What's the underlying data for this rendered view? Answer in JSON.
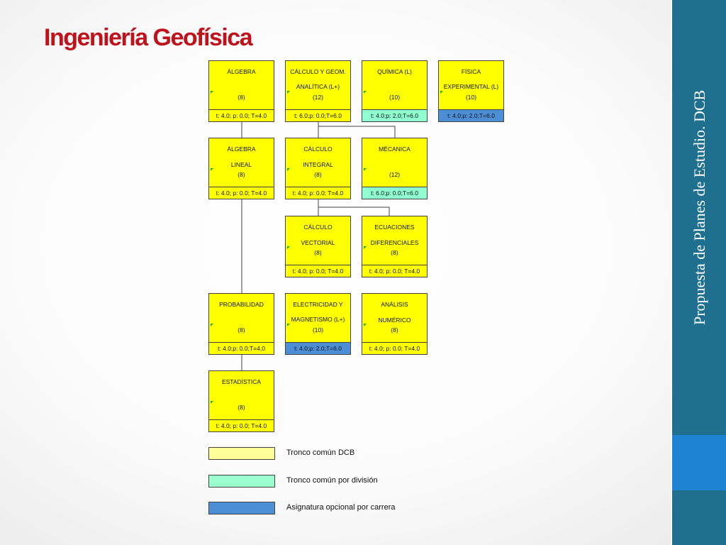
{
  "header": {
    "title": "Ingeniería Geofísica"
  },
  "sidebar": {
    "vertical_title": "Propuesta de Planes de Estudio. DCB"
  },
  "colors": {
    "yellow": "#ffff00",
    "teal": "#8fffcf",
    "blue": "#4d8fd6",
    "title_red": "#c0121a",
    "sidebar": "#1f6f8e"
  },
  "courses": {
    "algebra": {
      "l1": "ÁLGEBRA",
      "l2": "",
      "credits": "(8)",
      "hours": "t: 4.0; p: 0.0; T=4.0",
      "type": "yellow"
    },
    "calculo_geom": {
      "l1": "CÁLCULO Y GEOM.",
      "l2": "ANALÍTICA (L+)",
      "credits": "(12)",
      "hours": "t: 6.0;p: 0.0;T=6.0",
      "type": "yellow"
    },
    "quimica": {
      "l1": "QUÍMICA (L)",
      "l2": "",
      "credits": "(10)",
      "hours": "t: 4.0;p: 2.0;T=6.0",
      "type": "teal"
    },
    "fisica_exp": {
      "l1": "FÍSICA",
      "l2": "EXPERIMENTAL (L)",
      "credits": "(10)",
      "hours": "t: 4.0;p: 2.0;T=6.0",
      "type": "blue"
    },
    "algebra_lineal": {
      "l1": "ÁLGEBRA",
      "l2": "LINEAL",
      "credits": "(8)",
      "hours": "t: 4.0; p: 0.0; T=4.0",
      "type": "yellow"
    },
    "calculo_integral": {
      "l1": "CÁLCULO",
      "l2": "INTEGRAL",
      "credits": "(8)",
      "hours": "t: 4.0; p: 0.0; T=4.0",
      "type": "yellow"
    },
    "mecanica": {
      "l1": "MÉCANICA",
      "l2": "",
      "credits": "(12)",
      "hours": "t: 6.0;p: 0.0;T=6.0",
      "type": "teal"
    },
    "calculo_vectorial": {
      "l1": "CÁLCULO",
      "l2": "VECTORIAL",
      "credits": "(8)",
      "hours": "t: 4.0; p: 0.0; T=4.0",
      "type": "yellow"
    },
    "ecuaciones": {
      "l1": "ECUACIONES",
      "l2": "DIFERENCIALES",
      "credits": "(8)",
      "hours": "t: 4.0; p: 0.0; T=4.0",
      "type": "yellow"
    },
    "probabilidad": {
      "l1": "PROBABILIDAD",
      "l2": "",
      "credits": "(8)",
      "hours": "t: 4.0;p: 0.0;T=4,0",
      "type": "yellow"
    },
    "electricidad": {
      "l1": "ELECTRICIDAD Y",
      "l2": "MAGNETISMO (L+)",
      "credits": "(10)",
      "hours": "t: 4.0;p: 2.0;T=6.0",
      "type": "blue"
    },
    "analisis": {
      "l1": "ANÁLISIS",
      "l2": "NUMÉRICO",
      "credits": "(8)",
      "hours": "t: 4.0; p: 0.0; T=4.0",
      "type": "yellow"
    },
    "estadistica": {
      "l1": "ESTADÍSTICA",
      "l2": "",
      "credits": "(8)",
      "hours": "t: 4.0; p: 0.0; T=4.0",
      "type": "yellow"
    }
  },
  "legend": [
    {
      "label": "Tronco común DCB",
      "type": "yellow"
    },
    {
      "label": "Tronco común por división",
      "type": "teal"
    },
    {
      "label": "Asignatura opcional por carrera",
      "type": "blue"
    }
  ]
}
